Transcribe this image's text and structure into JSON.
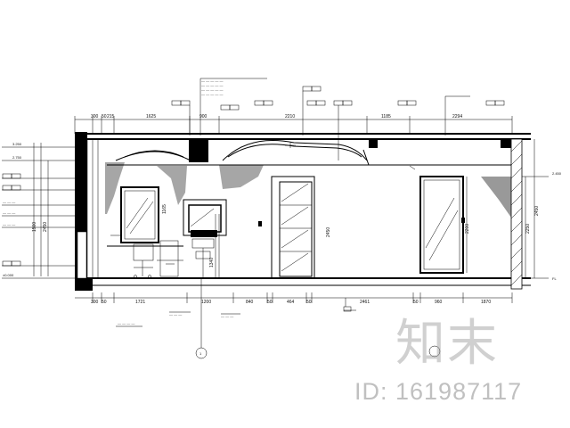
{
  "top_dimensions": [
    "300",
    "50",
    "215",
    "1625",
    "900",
    "2210",
    "1185",
    "2294"
  ],
  "bottom_dimensions": [
    "300",
    "50",
    "1721",
    "1200",
    "840",
    "50",
    "464",
    "50",
    "2461",
    "50",
    "960",
    "1870"
  ],
  "vertical_dims": [
    "1500",
    "2450",
    "2250",
    "1165",
    "1340",
    "2450",
    "2200"
  ],
  "level_left": [
    "3.250",
    "2.750",
    "±0.000"
  ],
  "level_right": [
    "2.450",
    "FL"
  ],
  "axis_label": "1",
  "watermark": {
    "logo_text": "知末",
    "id_text": "ID: 161987117"
  }
}
